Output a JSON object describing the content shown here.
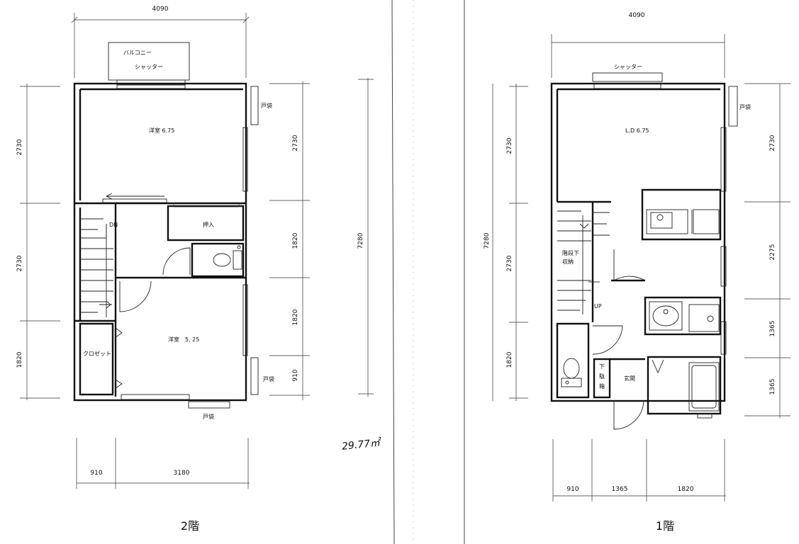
{
  "colors": {
    "ink": "#111111",
    "paper": "#ffffff"
  },
  "floor2": {
    "title": "2階",
    "width_total": "4090",
    "balcony": "バルコニー",
    "shutter": "シャッター",
    "tobukuro_top": "戸袋",
    "tobukuro_right": "戸袋",
    "tobukuro_bottom": "戸袋",
    "room_top": "洋室 6.75",
    "room_bottom": "洋室　5, 25",
    "oshiire": "押入",
    "closet": "クロゼット",
    "stair_dn": "DN",
    "left_dims": [
      "2730",
      "2730",
      "1820"
    ],
    "right_dims": [
      "2730",
      "1820",
      "1820",
      "910"
    ],
    "total_height": "7280",
    "bottom_dims": [
      "910",
      "3180"
    ],
    "area_note": "29.77㎡"
  },
  "floor1": {
    "title": "1階",
    "width_total": "4090",
    "shutter": "シャッター",
    "tobukuro": "戸袋",
    "room_ld": "L.D 6.75",
    "stair_storage": [
      "階段下",
      "収納"
    ],
    "stair_up": "UP",
    "shoebox": [
      "下",
      "駄",
      "箱"
    ],
    "genkan": "玄関",
    "total_height": "7280",
    "left_dims": [
      "2730",
      "2730",
      "1820"
    ],
    "right_dims": [
      "2730",
      "2275",
      "1365",
      "1365"
    ],
    "bottom_dims": [
      "910",
      "1365",
      "1820"
    ]
  }
}
